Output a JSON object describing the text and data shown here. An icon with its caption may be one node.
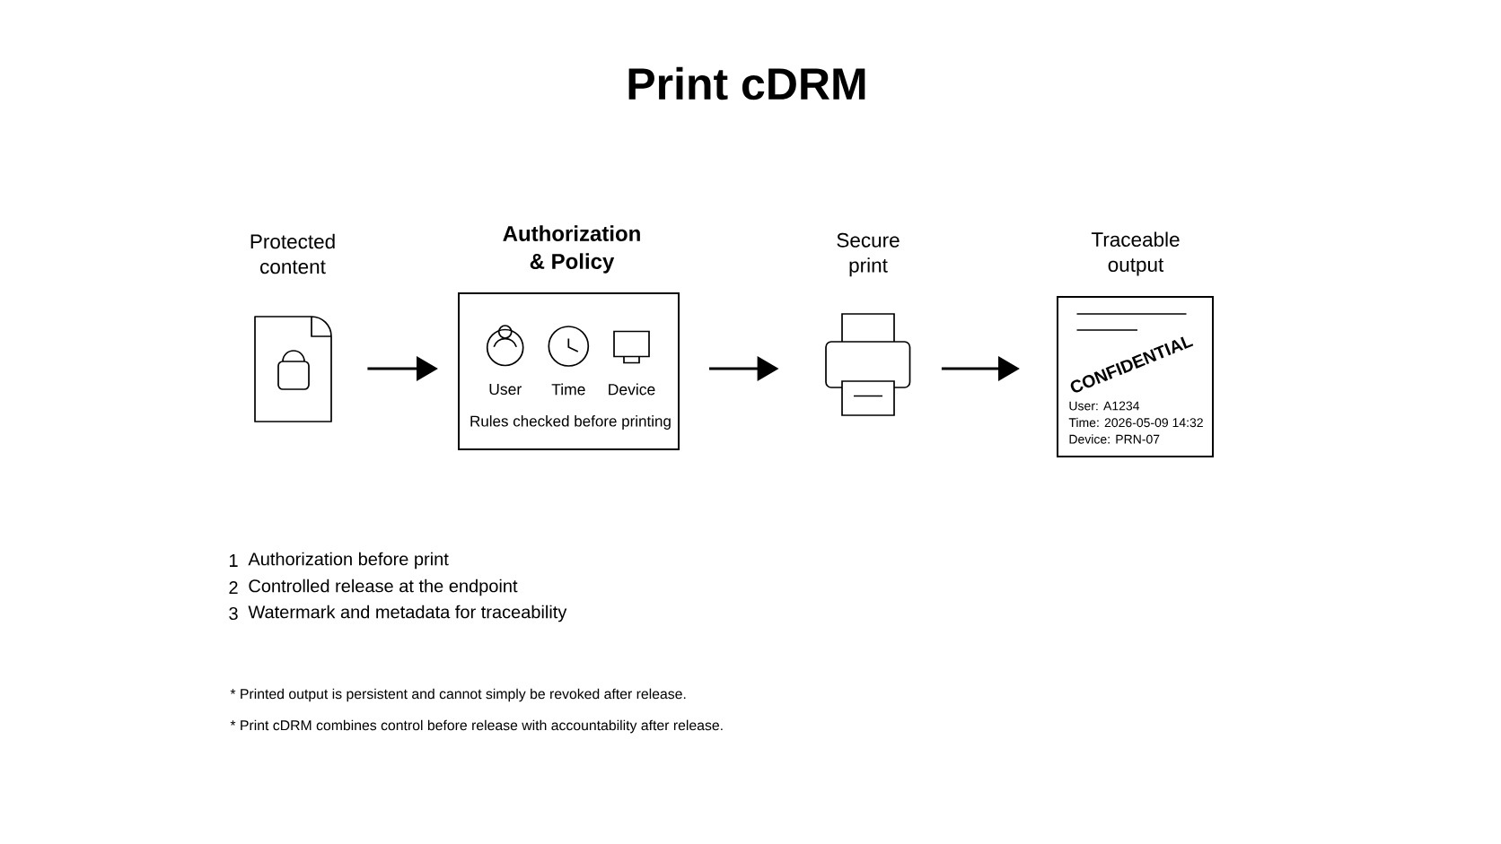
{
  "diagram": {
    "title": "Print cDRM",
    "nodes": [
      {
        "text": [
          "Protected content"
        ]
      },
      {
        "text": [
          "Authorization & Policy",
          "Rules checked before printing"
        ]
      },
      {
        "text": [
          "User"
        ],
        "in": 1
      },
      {
        "text": [
          "Time"
        ],
        "in": 1
      },
      {
        "text": [
          "Device"
        ],
        "in": 1
      },
      {
        "text": [
          "Secure print"
        ]
      },
      {
        "text": [
          "Traceable output",
          "CONFIDENTIAL",
          "User: A1234",
          "Time: 2026-05-09 14:32",
          "Device: PRN-07"
        ]
      }
    ],
    "edges": [
      {
        "from": 0,
        "to": 1,
        "arrow": "to"
      },
      {
        "from": 1,
        "to": 5,
        "arrow": "to"
      },
      {
        "from": 5,
        "to": 6,
        "arrow": "to"
      }
    ],
    "labels": [
      "1",
      "Authorization before print",
      "2",
      "Controlled release at the endpoint",
      "3",
      "Watermark and metadata for traceability",
      "* Printed output is persistent and cannot simply be revoked after release.",
      "* Print cDRM combines control before release with accountability after release."
    ]
  }
}
